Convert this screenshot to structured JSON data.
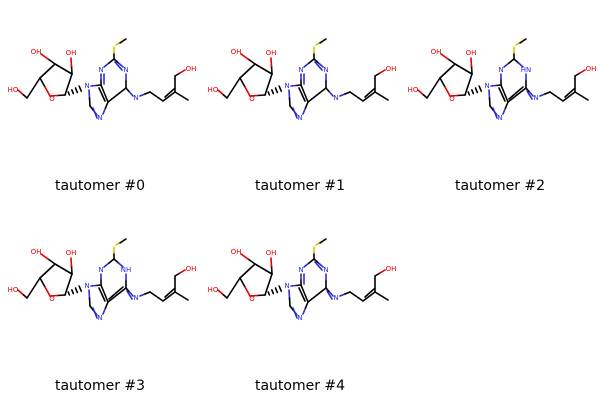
{
  "molecules": [
    {
      "caption": "tautomer #0",
      "tautomer": 0,
      "n1_label": "N",
      "ring_nh": false,
      "exo_imine": false
    },
    {
      "caption": "tautomer #1",
      "tautomer": 1,
      "n1_label": "N",
      "ring_nh": false,
      "exo_imine": false
    },
    {
      "caption": "tautomer #2",
      "tautomer": 2,
      "n1_label": "HN",
      "ring_nh": true,
      "exo_imine": true
    },
    {
      "caption": "tautomer #3",
      "tautomer": 3,
      "n1_label": "NH",
      "ring_nh": true,
      "exo_imine": true
    },
    {
      "caption": "tautomer #4",
      "tautomer": 4,
      "n1_label": "N",
      "ring_nh": false,
      "exo_imine": true
    }
  ],
  "atom_labels": {
    "oh": "OH",
    "ho": "HO",
    "o": "O",
    "n": "N",
    "nh_amine": "N H"
  },
  "colors": {
    "bond": "#000000",
    "nitrogen": "#2b2bdb",
    "oxygen": "#e00000",
    "sulfur": "#c8c800"
  }
}
